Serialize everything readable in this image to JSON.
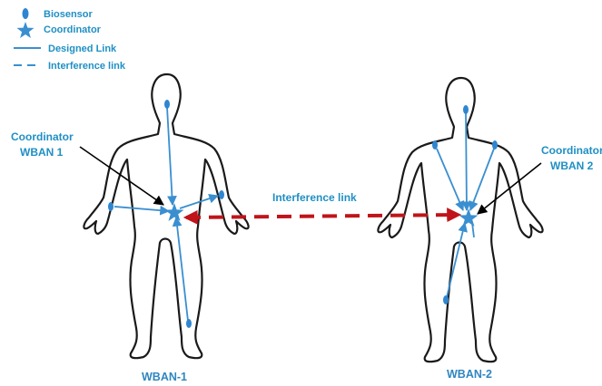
{
  "legend": {
    "biosensor": "Biosensor",
    "coordinator": "Coordinator",
    "designed_link": "Designed Link",
    "interference_link": "Interference link"
  },
  "labels": {
    "coordinator_wban1_line1": "Coordinator",
    "coordinator_wban1_line2": "WBAN 1",
    "coordinator_wban2_line1": "Coordinator",
    "coordinator_wban2_line2": "WBAN 2",
    "interference_link": "Interference link",
    "wban1": "WBAN-1",
    "wban2": "WBAN-2"
  },
  "colors": {
    "sensor_blue": "#2f86d0",
    "link_blue": "#3a8fd0",
    "label_blue": "#1f8fc4",
    "interference_red": "#c0141a",
    "outline": "#1a1a1a",
    "pointer_black": "#000000"
  }
}
